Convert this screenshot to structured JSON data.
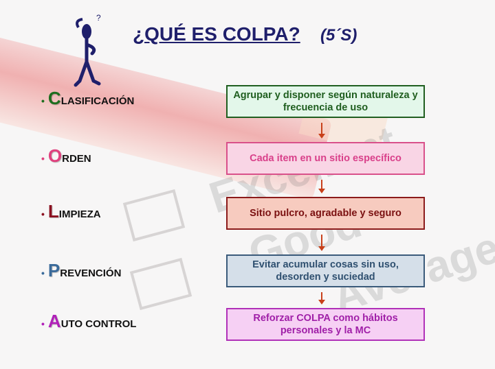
{
  "slide": {
    "title": "¿QUÉ ES COLPA?",
    "subtitle": "(5´S)",
    "background_words": [
      "Excellent",
      "Good",
      "Average"
    ],
    "items": [
      {
        "letter": "C",
        "rest": "LASIFICACIÓN",
        "letter_color": "#1f6e1f",
        "description": "Agrupar y disponer según naturaleza y frecuencia de uso",
        "box_fill": "#e3f7ea",
        "box_border": "#1f5e1f",
        "text_color": "#1f5e1f"
      },
      {
        "letter": "O",
        "rest": "RDEN",
        "letter_color": "#e0417e",
        "description": "Cada item en un sitio específico",
        "box_fill": "#f9d5e5",
        "box_border": "#d9508a",
        "text_color": "#d9408a"
      },
      {
        "letter": "L",
        "rest": "IMPIEZA",
        "letter_color": "#8b1020",
        "description": "Sitio pulcro, agradable y seguro",
        "box_fill": "#f7cbbf",
        "box_border": "#8b1a1a",
        "text_color": "#7a1010"
      },
      {
        "letter": "P",
        "rest": "REVENCIÓN",
        "letter_color": "#3a6a9a",
        "description": "Evitar acumular cosas sin uso, desorden y suciedad",
        "box_fill": "#d5dfe9",
        "box_border": "#3a5a7a",
        "text_color": "#2f5070"
      },
      {
        "letter": "A",
        "rest": "UTO CONTROL",
        "letter_color": "#b020b8",
        "description": "Reforzar COLPA como hábitos personales y la MC",
        "box_fill": "#f6d0f4",
        "box_border": "#b030b8",
        "text_color": "#a020a8"
      }
    ]
  }
}
